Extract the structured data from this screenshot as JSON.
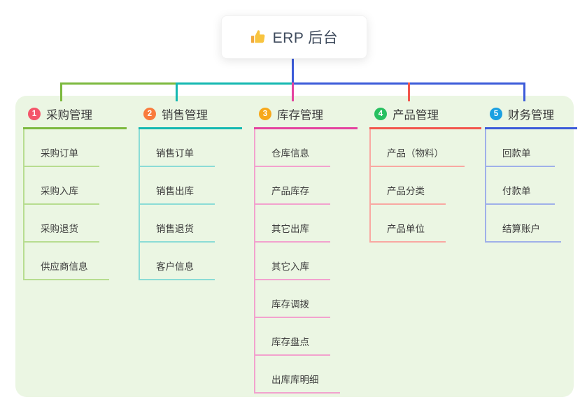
{
  "root": {
    "icon": "thumbs-up-icon",
    "title": "ERP 后台"
  },
  "colors": {
    "canvas_bg": "#ffffff",
    "panel_bg": "#ebf6e3",
    "root_text": "#3e4a5c",
    "node_text": "#3c3c3c",
    "root_line": "#3c5bd9"
  },
  "branches": [
    {
      "num": "1",
      "label": "采购管理",
      "badge_color": "#f4566a",
      "line_color": "#7cb93e",
      "child_line_color": "#b7dd90",
      "children": [
        "采购订单",
        "采购入库",
        "采购退货",
        "供应商信息"
      ]
    },
    {
      "num": "2",
      "label": "销售管理",
      "badge_color": "#f97b3d",
      "line_color": "#14b8b1",
      "child_line_color": "#8bdcd6",
      "children": [
        "销售订单",
        "销售出库",
        "销售退货",
        "客户信息"
      ]
    },
    {
      "num": "3",
      "label": "库存管理",
      "badge_color": "#f7a81b",
      "line_color": "#e4439f",
      "child_line_color": "#f2a2ce",
      "children": [
        "仓库信息",
        "产品库存",
        "其它出库",
        "其它入库",
        "库存调拨",
        "库存盘点",
        "出库库明细"
      ]
    },
    {
      "num": "4",
      "label": "产品管理",
      "badge_color": "#27c060",
      "line_color": "#f2564d",
      "child_line_color": "#f9a8a2",
      "children": [
        "产品（物料）",
        "产品分类",
        "产品单位"
      ]
    },
    {
      "num": "5",
      "label": "财务管理",
      "badge_color": "#1ba0e1",
      "line_color": "#3c5bd9",
      "child_line_color": "#9fb0e9",
      "children": [
        "回款单",
        "付款单",
        "结算账户"
      ]
    }
  ]
}
